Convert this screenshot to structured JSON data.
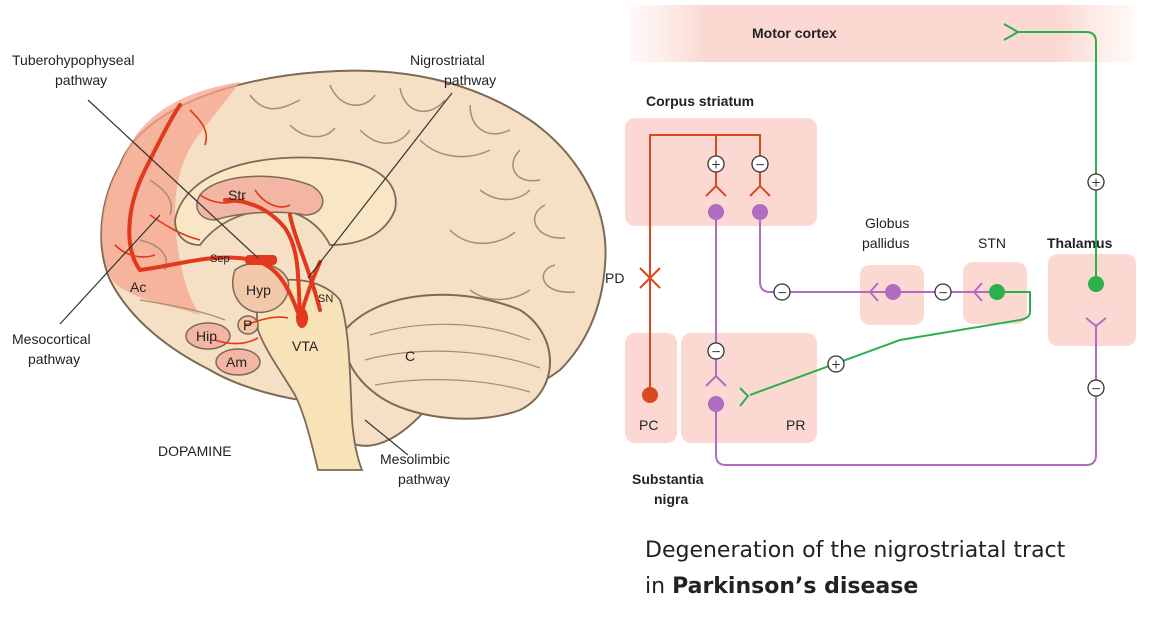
{
  "brain": {
    "labels": {
      "tuberohypophyseal": [
        "Tuberohypophyseal",
        "pathway"
      ],
      "nigrostriatal": [
        "Nigrostriatal",
        "pathway"
      ],
      "mesocortical": [
        "Mesocortical",
        "pathway"
      ],
      "mesolimbic": [
        "Mesolimbic",
        "pathway"
      ],
      "dopamine": "DOPAMINE",
      "str": "Str",
      "sep": "Sep",
      "ac": "Ac",
      "hyp": "Hyp",
      "sn": "SN",
      "hip": "Hip",
      "p": "P",
      "am": "Am",
      "vta": "VTA",
      "c": "C"
    }
  },
  "circuit": {
    "motor_cortex": "Motor cortex",
    "corpus_striatum": "Corpus striatum",
    "globus_pallidus": [
      "Globus",
      "pallidus"
    ],
    "stn": "STN",
    "thalamus": "Thalamus",
    "pd": "PD",
    "pc": "PC",
    "pr": "PR",
    "substantia_nigra": [
      "Substantia",
      "nigra"
    ],
    "plus": "+",
    "minus": "−",
    "colors": {
      "box": "#fbd9d2",
      "dopamine": "#d9481f",
      "purple": "#b06cc0",
      "green": "#2bb14b"
    }
  },
  "caption": {
    "line1": "Degeneration of the nigrostriatal tract",
    "line2_prefix": "in ",
    "line2_bold": "Parkinson’s disease"
  }
}
